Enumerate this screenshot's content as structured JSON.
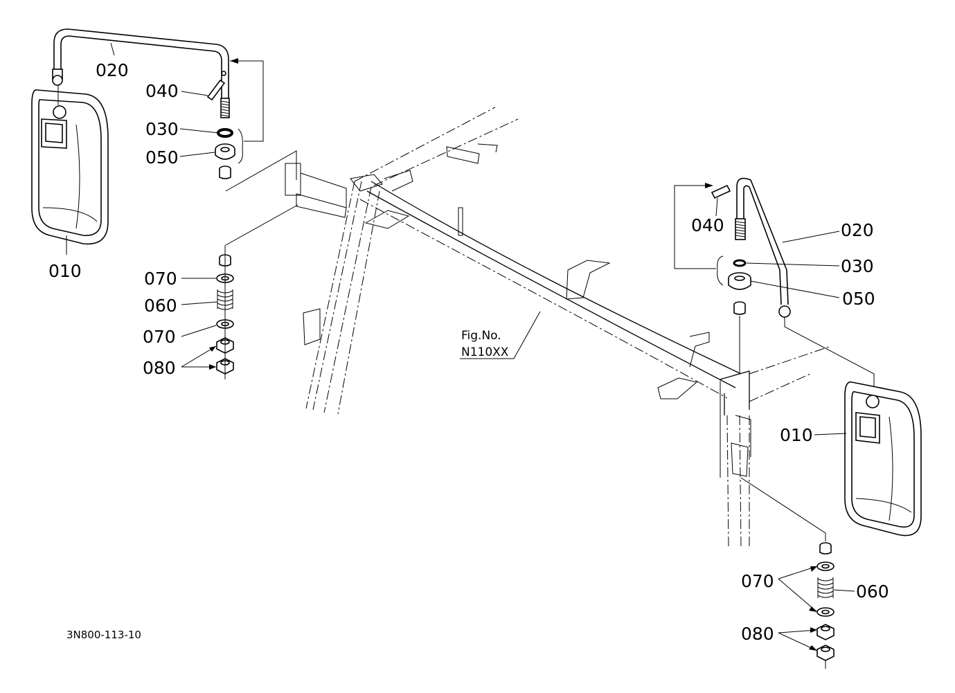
{
  "figure_code": "3N800-113-10",
  "figure_ref": {
    "line1": "Fig.No.",
    "line2": "N110XX"
  },
  "left_assembly": {
    "p020": "020",
    "p040": "040",
    "p030": "030",
    "p050": "050",
    "p010": "010",
    "p070a": "070",
    "p060": "060",
    "p070b": "070",
    "p080": "080"
  },
  "right_assembly": {
    "p040": "040",
    "p020": "020",
    "p030": "030",
    "p050": "050",
    "p010": "010",
    "p070": "070",
    "p060": "060",
    "p080": "080"
  }
}
